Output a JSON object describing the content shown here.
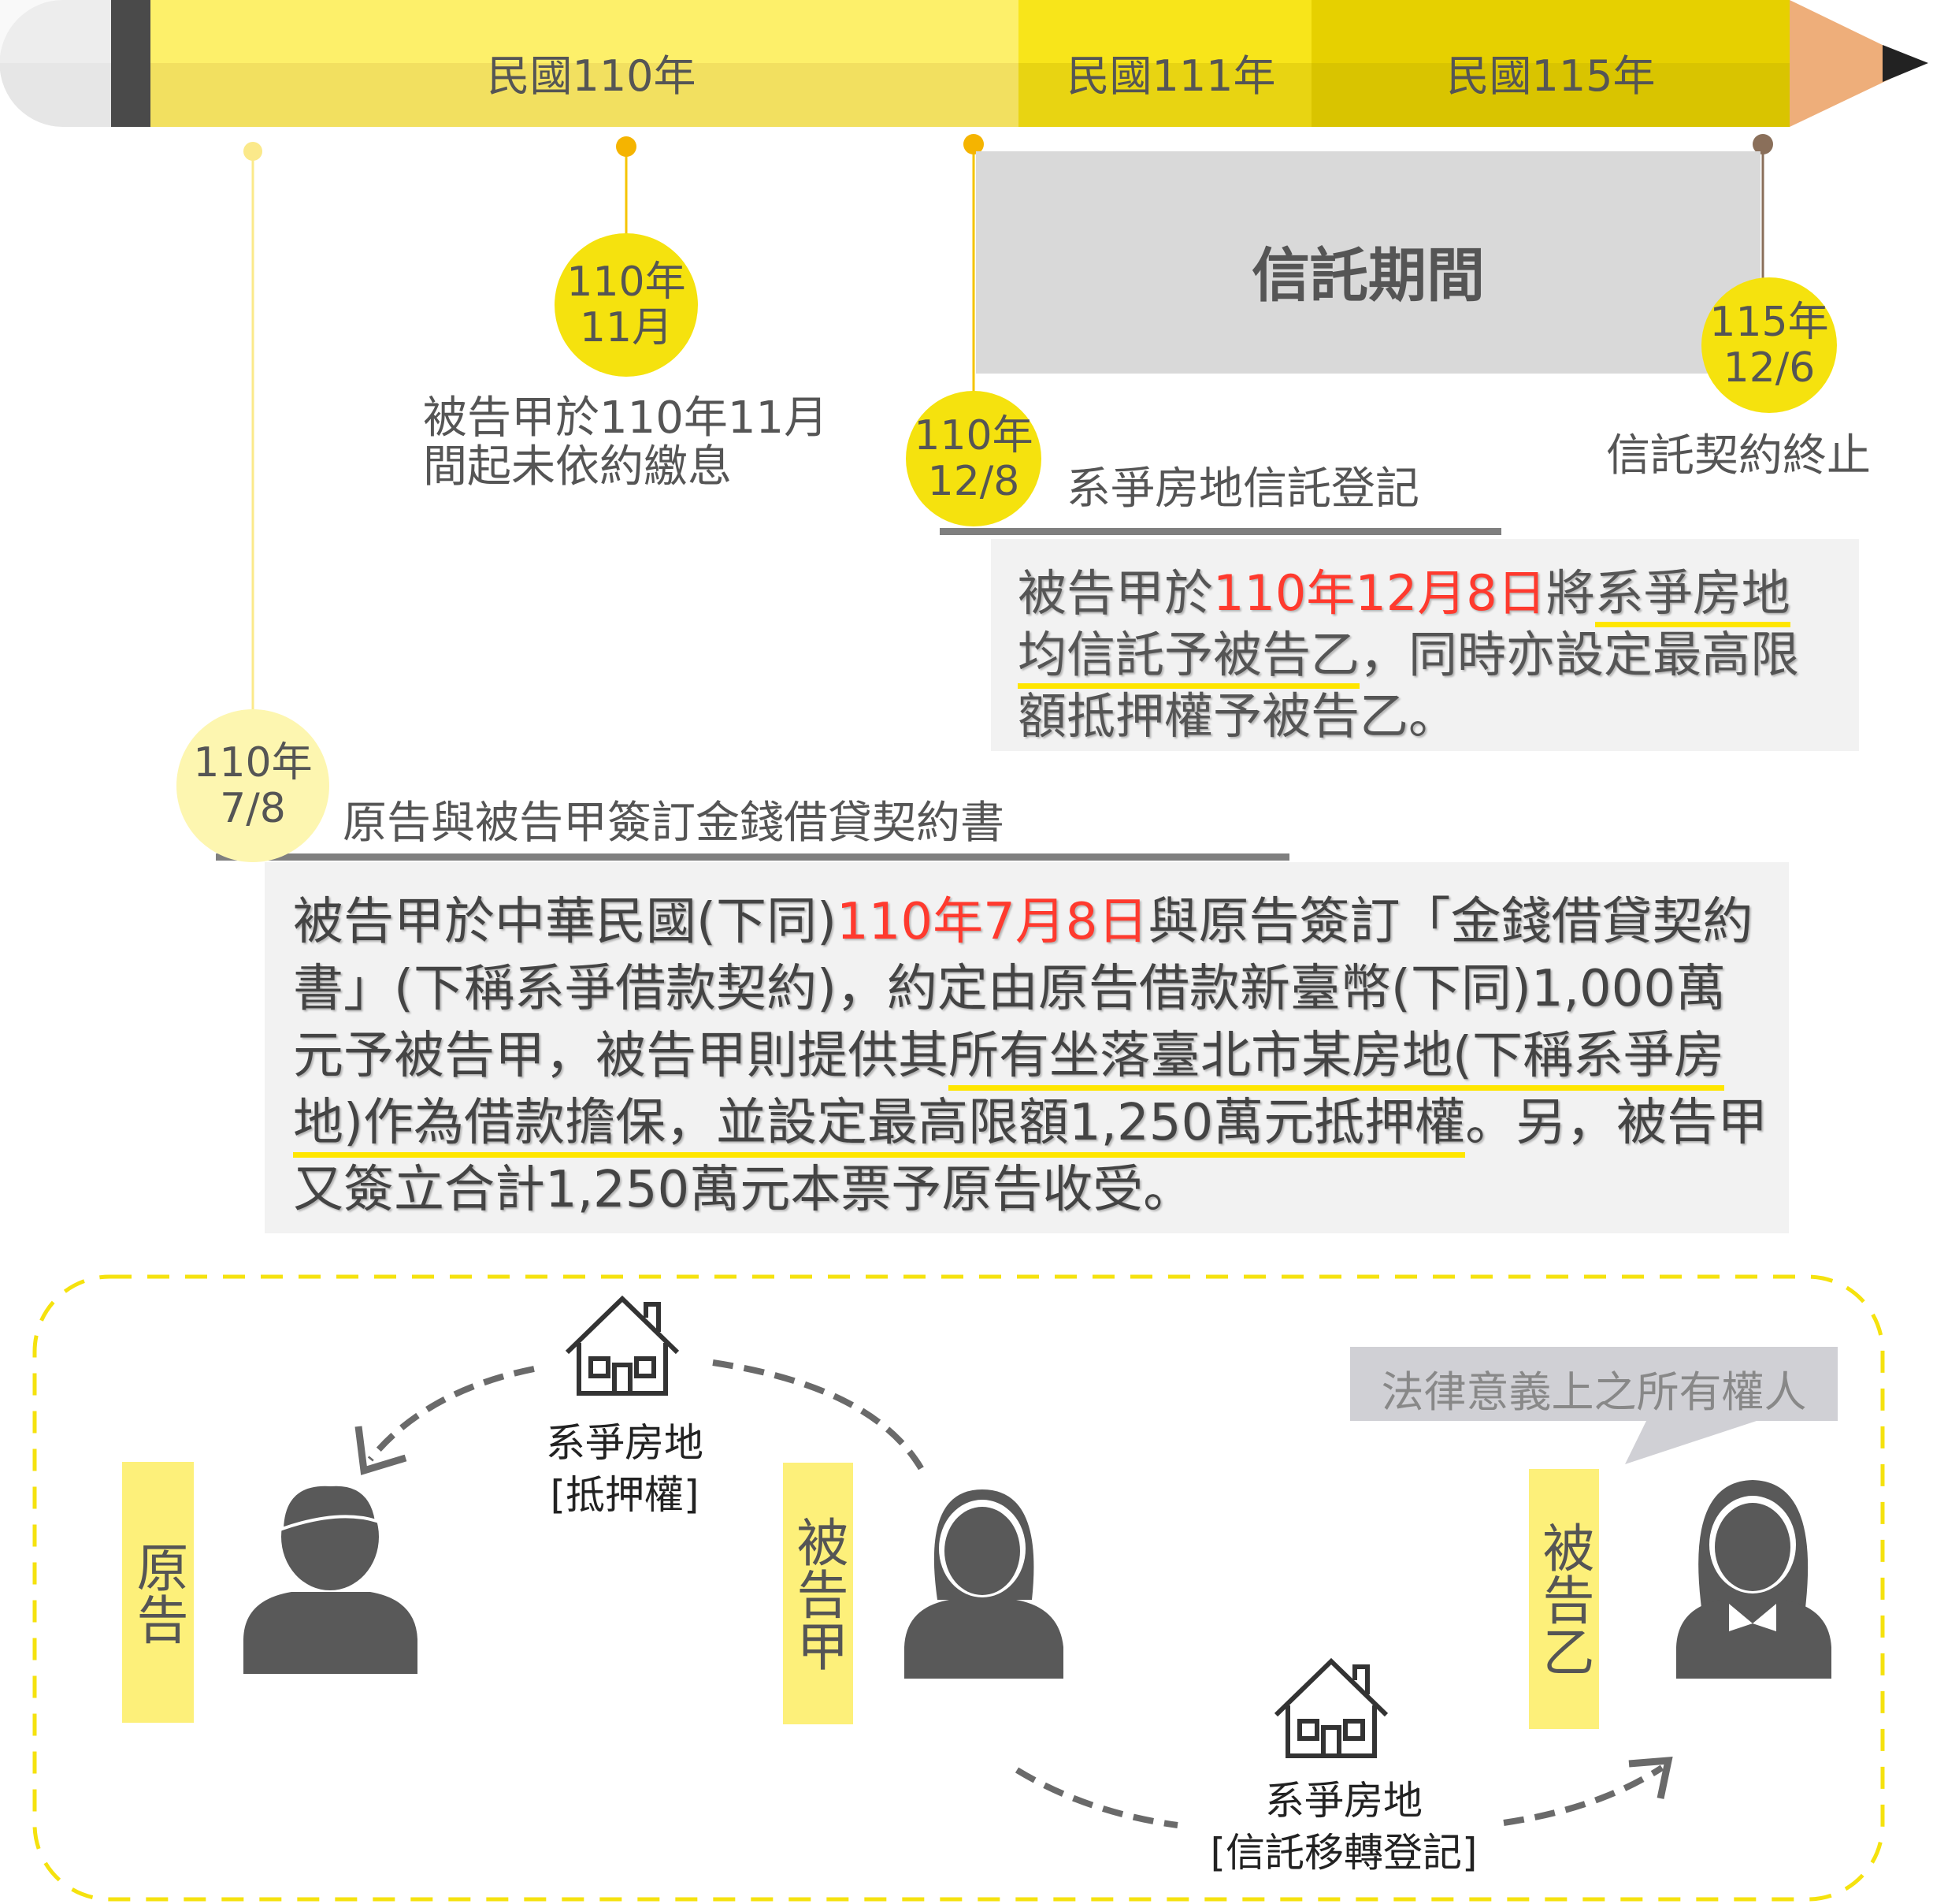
{
  "timeline": {
    "eras": [
      "民國110年",
      "民國111年",
      "民國115年"
    ],
    "trust_period": "信託期間"
  },
  "events": [
    {
      "date": [
        "110年",
        "11月"
      ],
      "text": [
        "被告甲於110年11月",
        "間起未依約繳息"
      ]
    },
    {
      "date": [
        "110年",
        "12/8"
      ],
      "title": "系爭房地信託登記",
      "detail": {
        "p1": "被告甲於",
        "red": "110年12月8日",
        "p2": "將",
        "u1": "系爭房地",
        "br": "",
        "u2": "均信託予被告乙",
        "p3": "，同時亦設定最高限",
        "p4": "額抵押權予被告乙。"
      }
    },
    {
      "date": [
        "115年",
        "12/6"
      ],
      "text": [
        "信託契約終止"
      ]
    },
    {
      "date": [
        "110年",
        "7/8"
      ],
      "title": "原告與被告甲簽訂金錢借貸契約書",
      "detail": {
        "p1": "被告甲於中華民國(下同)",
        "red": "110年7月8日",
        "p2": "與原告簽訂「金錢借貸契約",
        "p3": "書」(下稱系爭借款契約)，約定由原告借款新臺幣(下同)1,000萬",
        "p4": "元予被告甲，被告甲則提供其",
        "u1": "所有坐落臺北市某房地(下稱系爭房",
        "u2": "地)作為借款擔保，並設定最高限額1,250萬元抵押權",
        "p5": "。另，被告甲",
        "p6": "又簽立合計1,250萬元本票予原告收受。"
      }
    }
  ],
  "parties": {
    "plaintiff": "原告",
    "defendant_a": "被告甲",
    "defendant_b": "被告乙"
  },
  "flows": {
    "mortgage": [
      "系爭房地",
      "[抵押權]"
    ],
    "trust": [
      "系爭房地",
      "[信託移轉登記]"
    ]
  },
  "callout": "法律意義上之所有權人",
  "colors": {
    "yellow": "#f5e20e",
    "red": "#ff3a2e",
    "gray": "#595959"
  }
}
